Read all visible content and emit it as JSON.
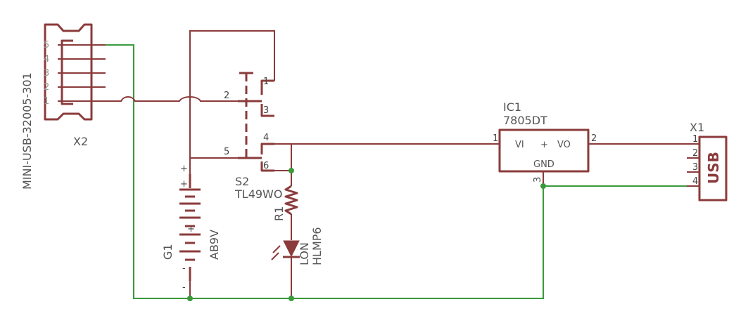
{
  "x2": {
    "ref": "X2",
    "part": "MINI-USB-32005-301",
    "pins": [
      "5",
      "4",
      "3",
      "2",
      "1"
    ]
  },
  "s2": {
    "ref": "S2",
    "part": "TL49WO",
    "pins": [
      "1",
      "2",
      "3",
      "4",
      "5",
      "6"
    ]
  },
  "g1": {
    "ref": "G1",
    "part": "AB9V",
    "plus": "+",
    "minus": "-"
  },
  "r1": {
    "ref": "R1"
  },
  "led": {
    "ref": "LON",
    "part": "HLMP6"
  },
  "ic1": {
    "ref": "IC1",
    "part": "7805DT",
    "vi": "VI",
    "plus": "+",
    "vo": "VO",
    "gnd": "GND",
    "pin1": "1",
    "pin2": "2",
    "pin3": "3"
  },
  "x1": {
    "ref": "X1",
    "label": "USB",
    "pins": [
      "1",
      "2",
      "3",
      "4"
    ]
  },
  "colors": {
    "part": "#8b3b3b",
    "wire_green": "#3a9a3a",
    "text": "#555555"
  }
}
